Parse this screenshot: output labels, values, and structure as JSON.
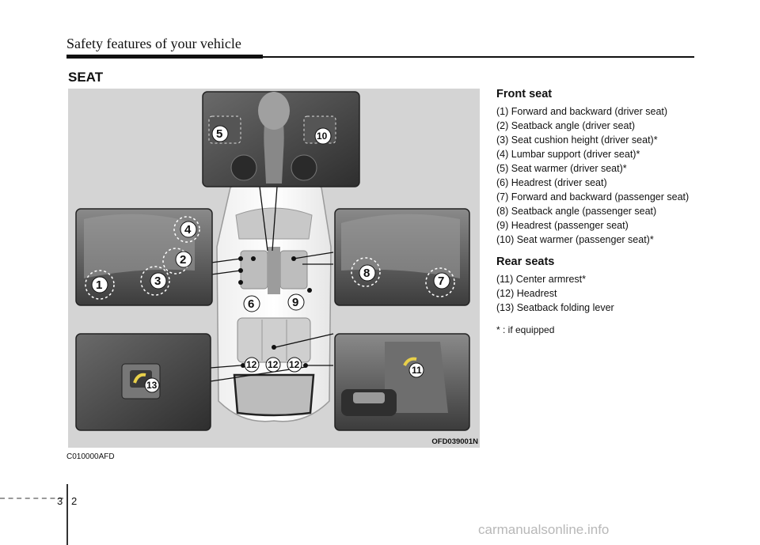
{
  "header": {
    "title": "Safety features of your vehicle"
  },
  "section": {
    "heading": "SEAT"
  },
  "figure": {
    "code": "OFD039001N",
    "labels": [
      "1",
      "2",
      "3",
      "4",
      "5",
      "6",
      "7",
      "8",
      "9",
      "10",
      "11",
      "12",
      "12",
      "12",
      "13"
    ]
  },
  "doc_code": "C010000AFD",
  "front_seat": {
    "heading": "Front seat",
    "items": [
      "(1) Forward and backward (driver seat)",
      "(2) Seatback angle (driver seat)",
      "(3) Seat cushion height (driver seat)*",
      "(4) Lumbar support (driver seat)*",
      "(5) Seat warmer (driver seat)*",
      "(6) Headrest (driver seat)",
      "(7) Forward and backward (passenger seat)",
      "(8) Seatback angle (passenger seat)",
      "(9) Headrest (passenger seat)",
      "(10) Seat warmer (passenger seat)*"
    ]
  },
  "rear_seats": {
    "heading": "Rear seats",
    "items": [
      "(11) Center armrest*",
      "(12) Headrest",
      "(13) Seatback folding lever"
    ]
  },
  "footnote": "* : if equipped",
  "footer": {
    "section_number": "3",
    "page_number": "2"
  },
  "watermark": "carmanualsonline.info",
  "colors": {
    "figure_background": "#d4d4d4",
    "panel_dark": "#4a4a4a",
    "text": "#111111"
  }
}
